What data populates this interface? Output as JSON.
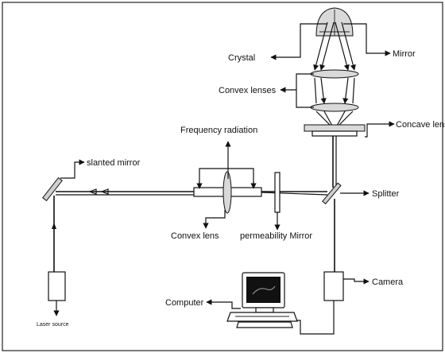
{
  "labels": {
    "crystal": "Crystal",
    "mirror": "Mirror",
    "convex_lenses": "Convex lenses",
    "concave_lens": "Concave lens",
    "frequency_radiation": "Frequency radiation",
    "slanted_mirror": "slanted mirror",
    "splitter": "Splitter",
    "convex_lens": "Convex lens",
    "permeability_mirror": "permeability Mirror",
    "camera": "Camera",
    "computer": "Computer",
    "laser_source": "Laser source"
  }
}
